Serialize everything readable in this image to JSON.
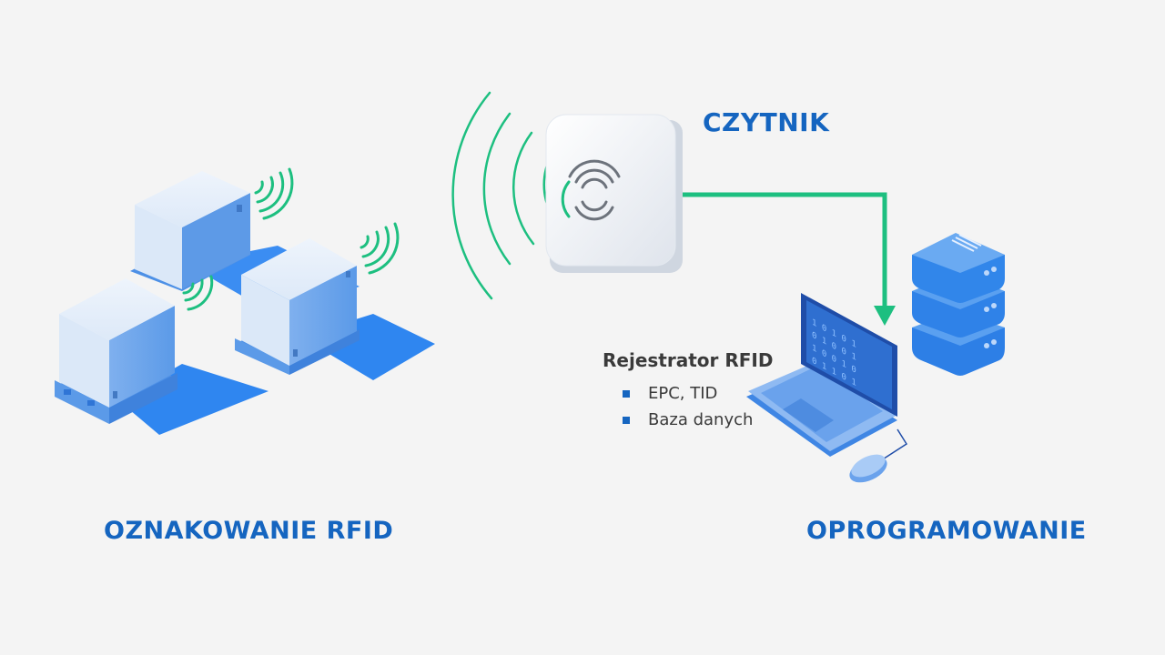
{
  "labels": {
    "reader": "CZYTNIK",
    "tagging": "OZNAKOWANIE RFID",
    "software": "OPROGRAMOWANIE"
  },
  "recorder": {
    "title": "Rejestrator RFID",
    "items": [
      "EPC, TID",
      "Baza danych"
    ]
  },
  "colors": {
    "accent_blue": "#1565c0",
    "signal_green": "#1dbf80",
    "box_light": "#dbe8f8",
    "box_blue": "#5b9ae8",
    "shadow_blue": "#2f86f0",
    "background": "#f4f4f4"
  },
  "icons": [
    "rfid-tagged-boxes",
    "rfid-reader-antenna",
    "laptop",
    "server-stack",
    "mouse"
  ]
}
